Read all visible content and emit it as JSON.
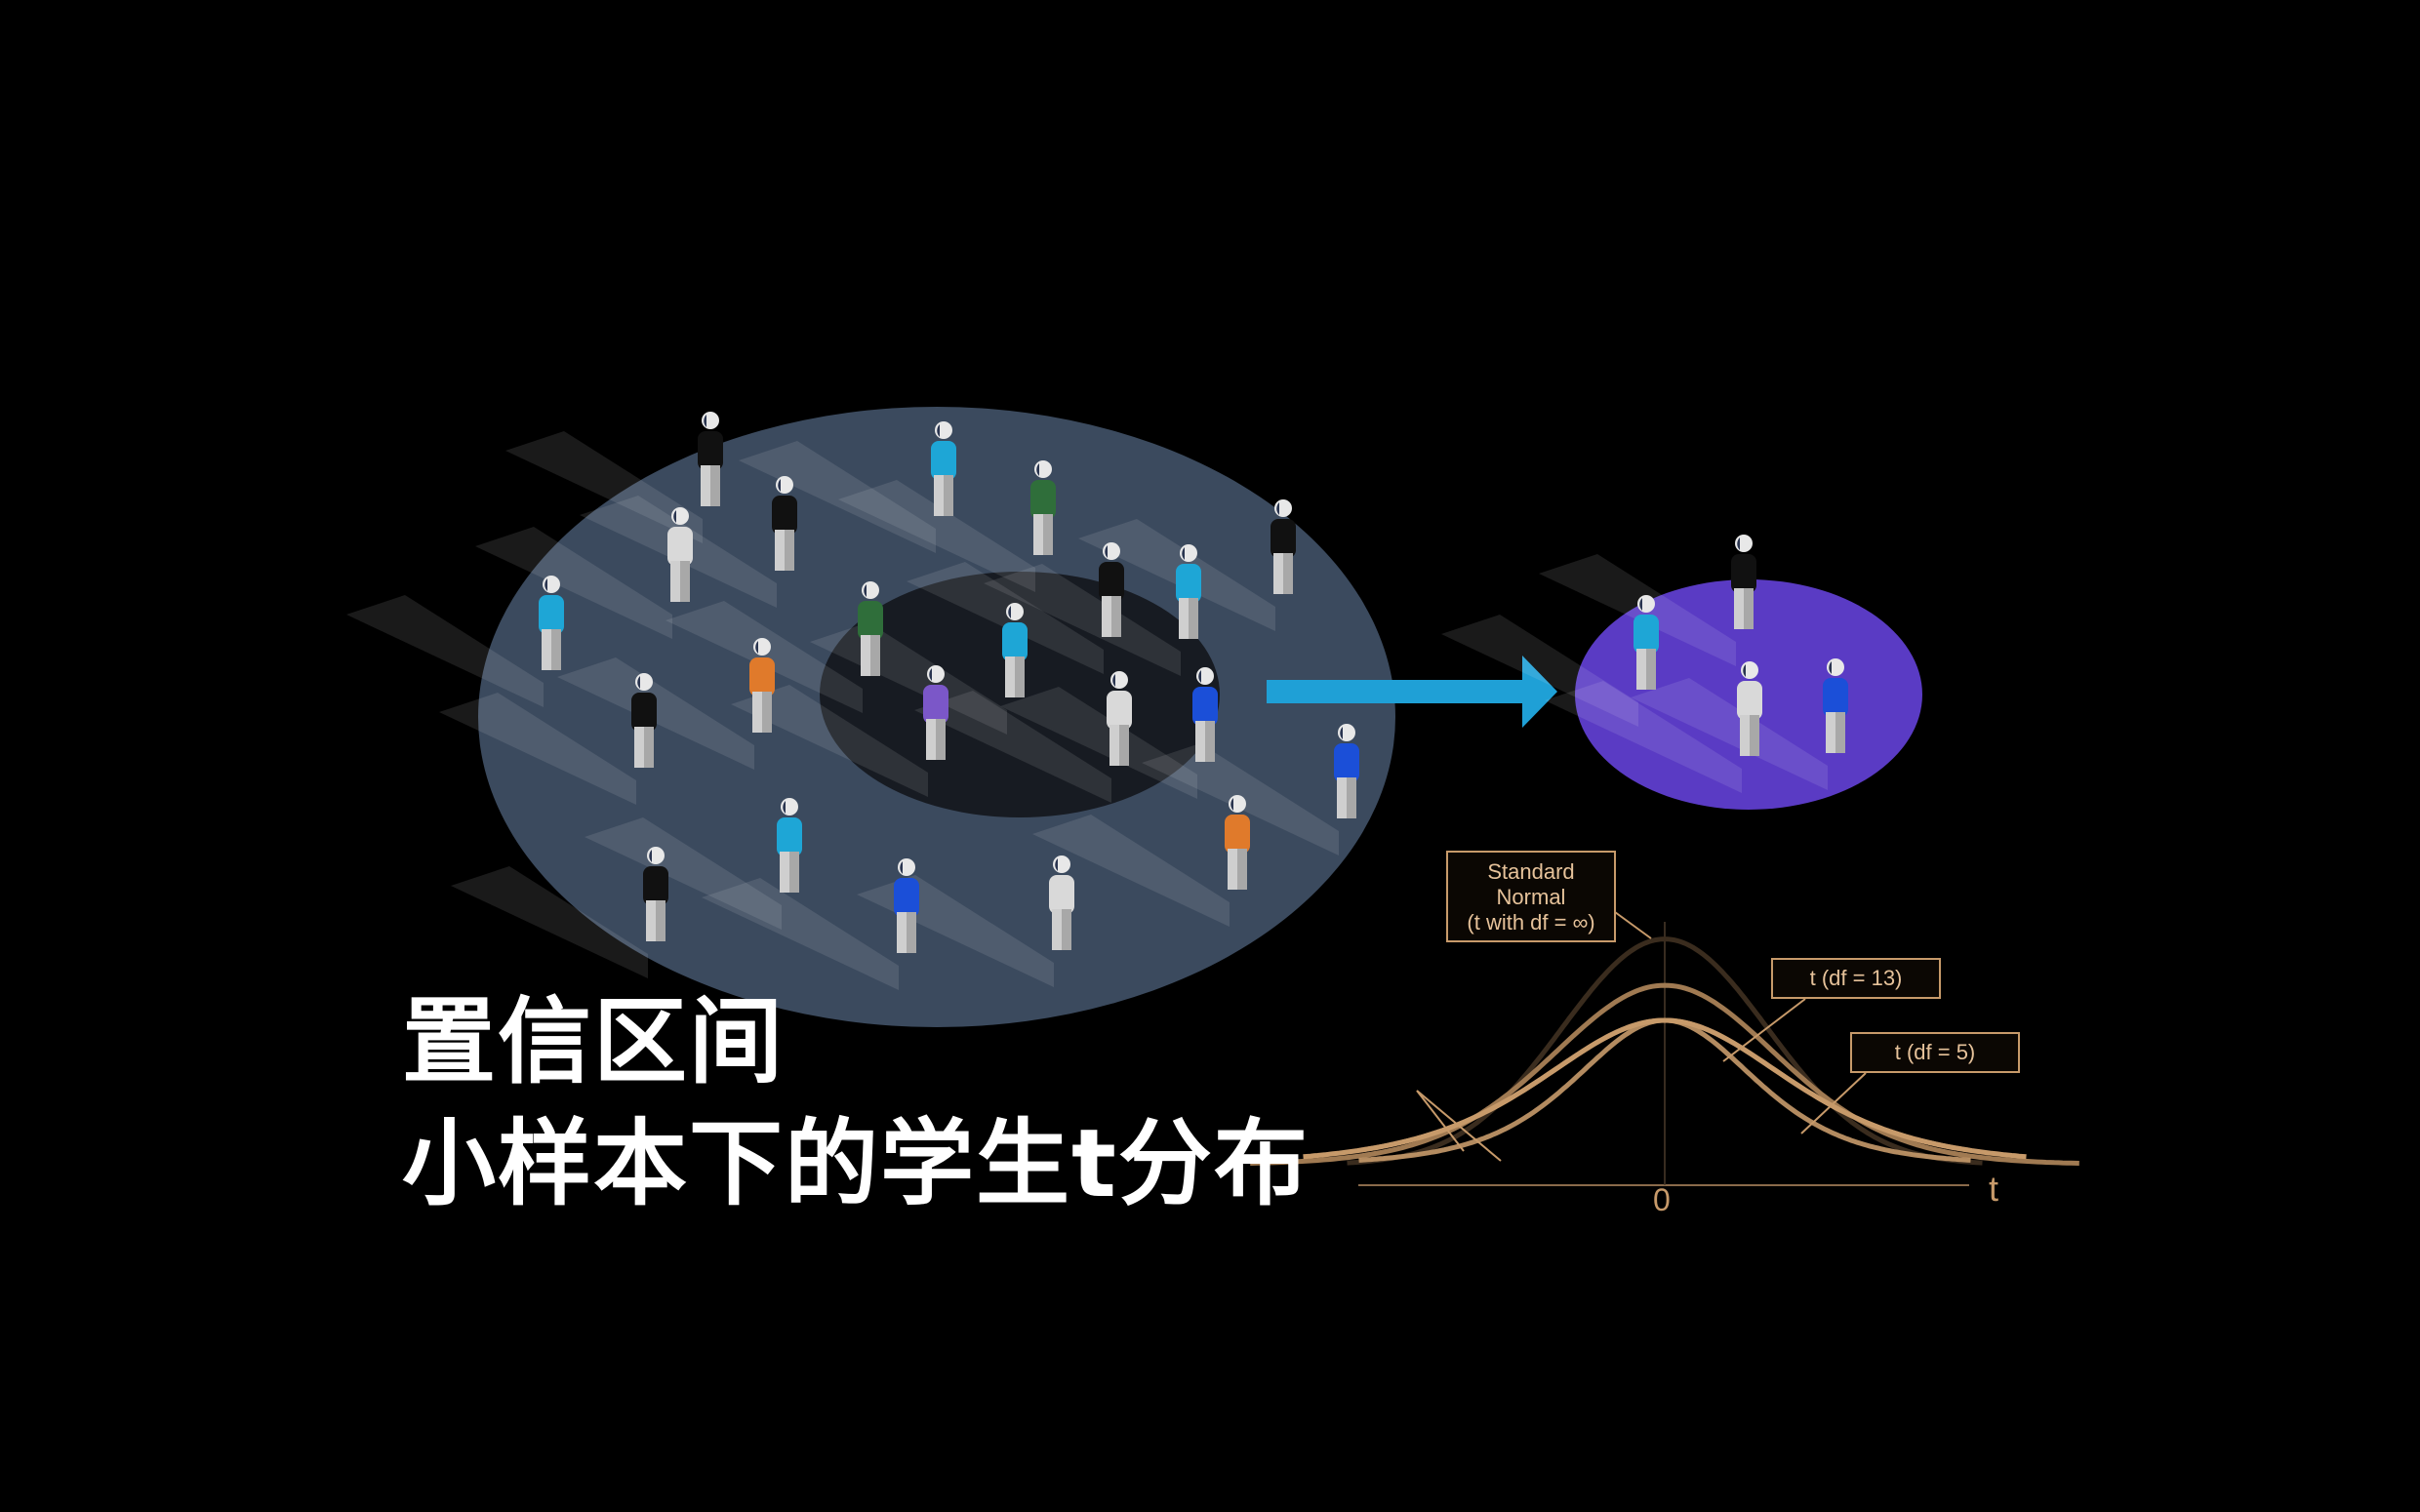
{
  "title": {
    "line1": "置信区间",
    "line2": "小样本下的学生t分布"
  },
  "distribution_chart": {
    "labels": {
      "normal_l1": "Standard",
      "normal_l2": "Normal",
      "normal_l3": "(t with df = ∞)",
      "df13": "t  (df = 13)",
      "df5": "t  (df = 5)"
    },
    "x_tick_zero": "0",
    "x_var": "t"
  },
  "colors": {
    "background": "#000000",
    "population_ellipse": "#3b4a5e",
    "sample_region": "#171b22",
    "sample_result_ellipse": "#5a3bc4",
    "arrow": "#1fa0d6",
    "curve_color": "#c79a6a",
    "person_colors": [
      "#111111",
      "#d9d9d9",
      "#1ea6d6",
      "#2f6e3a",
      "#e07a2b",
      "#7b57c8",
      "#1b4fd8"
    ]
  },
  "icons": {
    "person": "person-icon",
    "arrow": "right-arrow-icon"
  }
}
